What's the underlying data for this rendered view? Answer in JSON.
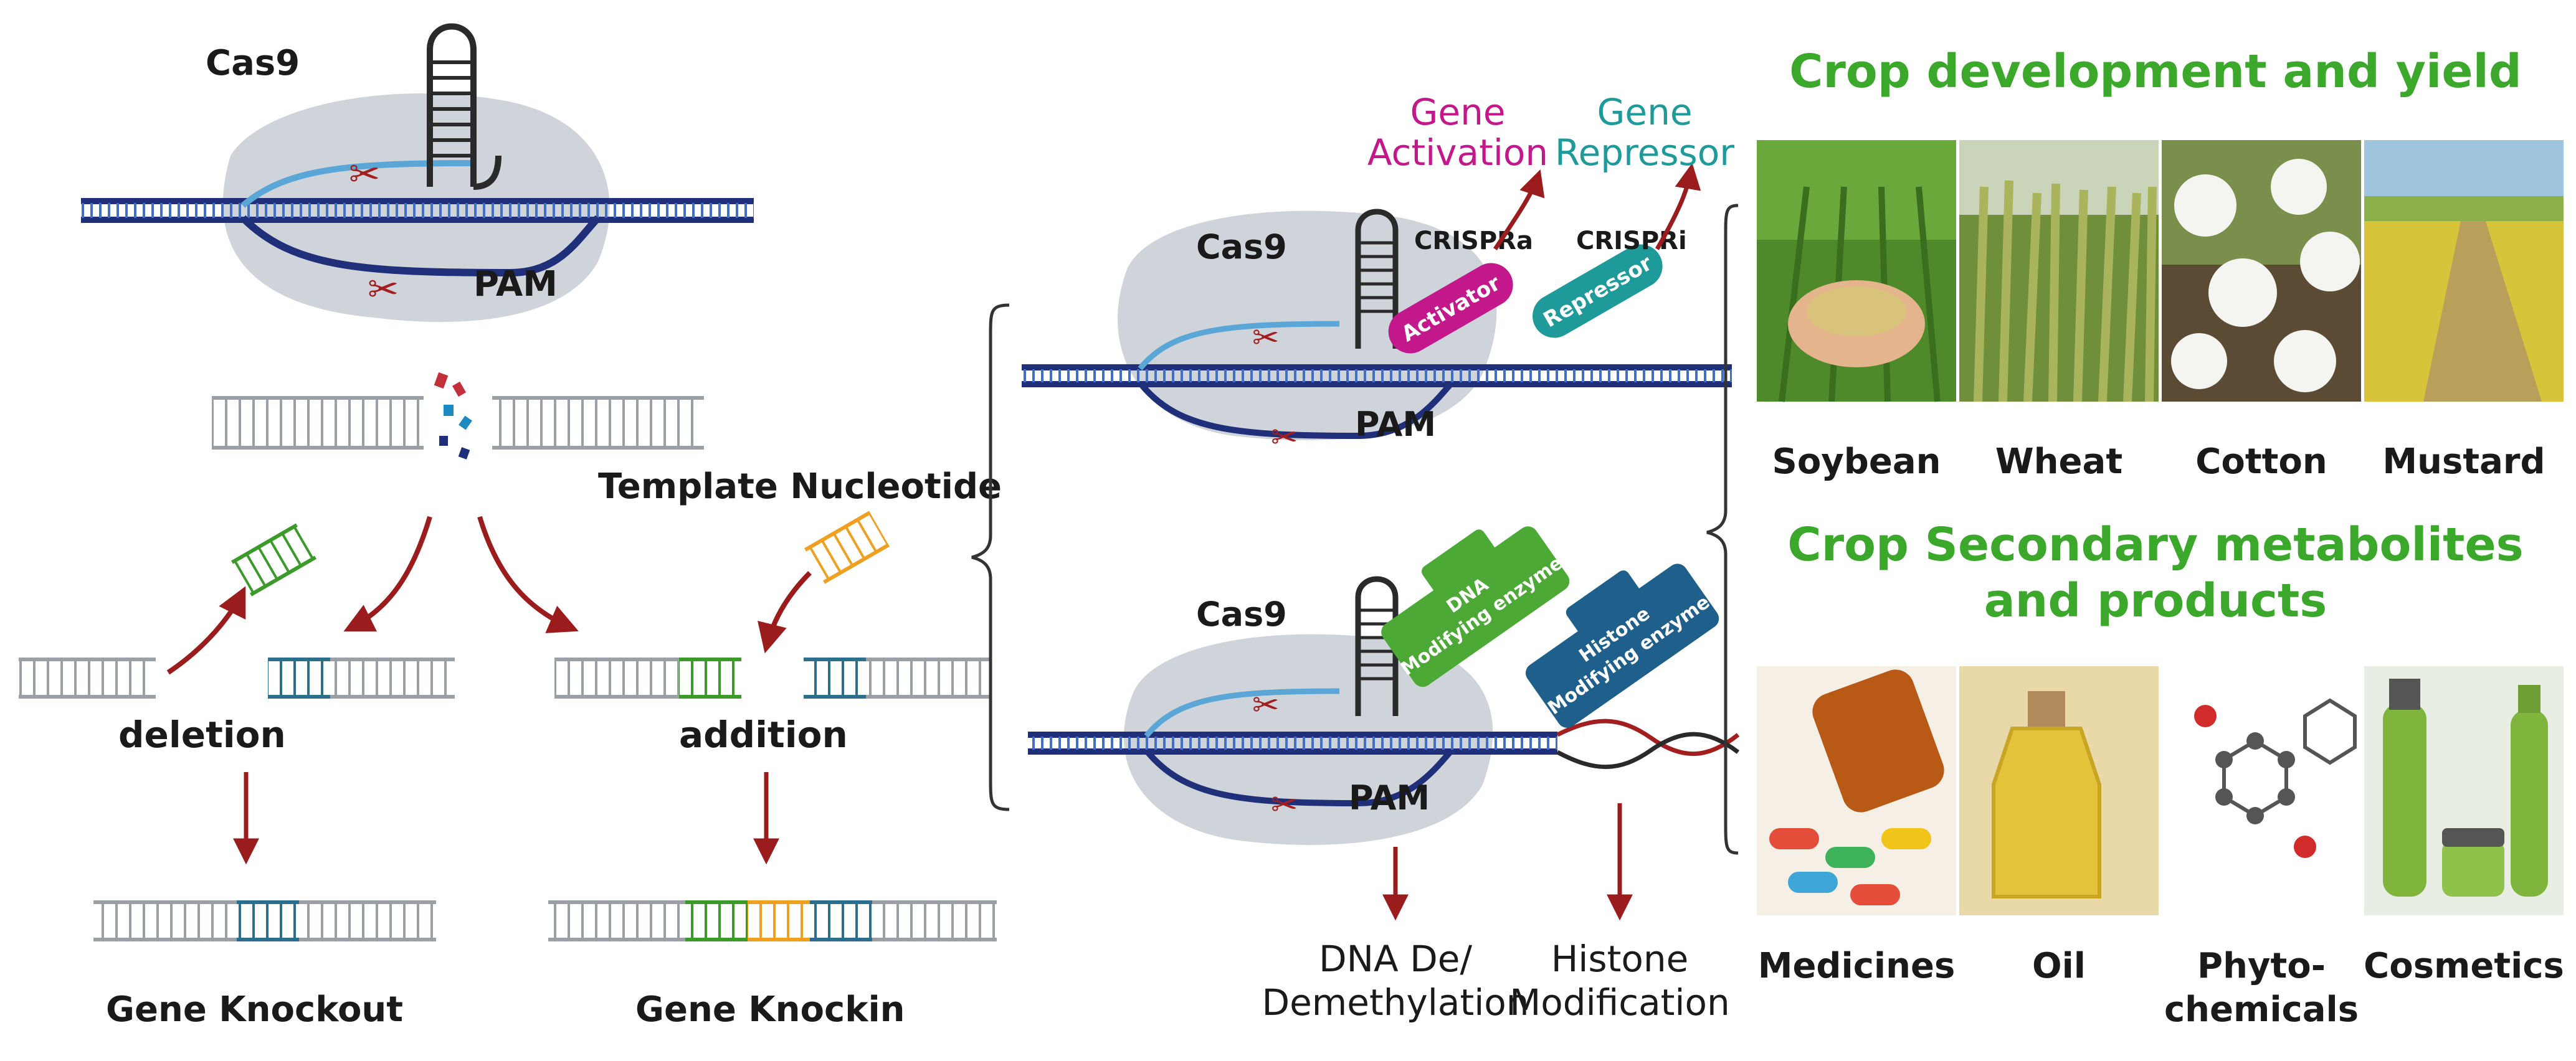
{
  "left_panel": {
    "cas9_label": "Cas9",
    "pam_label": "PAM",
    "template_label": "Template Nucleotide",
    "deletion_label": "deletion",
    "addition_label": "addition",
    "knockout_label": "Gene Knockout",
    "knockin_label": "Gene Knockin"
  },
  "middle_panel": {
    "top": {
      "cas9_label": "Cas9",
      "pam_label": "PAM",
      "crispra_label": "CRISPRa",
      "crispri_label": "CRISPRi",
      "activation_line1": "Gene",
      "activation_line2": "Activation",
      "repressor_line1": "Gene",
      "repressor_line2": "Repressor",
      "activator_label": "Activator",
      "repressor_label": "Repressor"
    },
    "bottom": {
      "cas9_label": "Cas9",
      "pam_label": "PAM",
      "dna_enzyme_line1": "DNA",
      "dna_enzyme_line2": "Modifying enzyme",
      "histone_enzyme_line1": "Histone",
      "histone_enzyme_line2": "Modifying enzyme",
      "dna_outcome_line1": "DNA De/",
      "dna_outcome_line2": "Demethylation",
      "histone_outcome_line1": "Histone",
      "histone_outcome_line2": "Modification"
    }
  },
  "right_panel": {
    "heading_1": "Crop development and yield",
    "crops": [
      "Soybean",
      "Wheat",
      "Cotton",
      "Mustard"
    ],
    "heading_2_line1": "Crop Secondary metabolites",
    "heading_2_line2": "and products",
    "products": [
      "Medicines",
      "Oil",
      "Phyto-",
      "Cosmetics"
    ],
    "products_line2": [
      "",
      "",
      "chemicals",
      ""
    ]
  },
  "colors": {
    "dna_navy": "#1f2f7a",
    "dna_light": "#5aa6d6",
    "cas9_blob": "#cfd3da",
    "arrow_red": "#9b1c1c",
    "activator_magenta": "#c2188b",
    "repressor_teal": "#1e9a9a",
    "dna_enzyme_green": "#4ca935",
    "histone_enzyme_blue": "#1f5f8b",
    "heading_green": "#3ba82c"
  }
}
